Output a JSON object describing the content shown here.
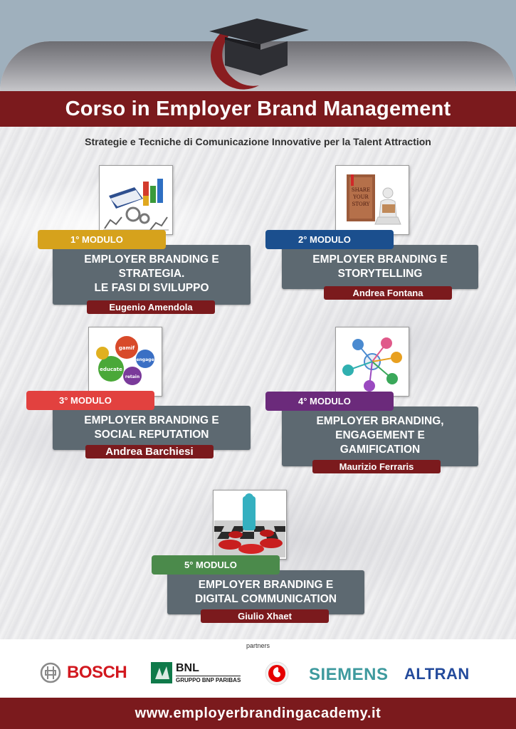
{
  "header": {
    "title": "Corso in Employer Brand Management",
    "subtitle": "Strategie e Tecniche di Comunicazione Innovative per la Talent Attraction"
  },
  "modules": [
    {
      "tag": "1° MODULO",
      "title_lines": [
        "EMPLOYER BRANDING E",
        "STRATEGIA.",
        "LE FASI DI SVILUPPO"
      ],
      "speaker": "Eugenio Amendola",
      "tag_color": "#d6a21c",
      "image_icon": "business-charts-icon"
    },
    {
      "tag": "2° MODULO",
      "title_lines": [
        "EMPLOYER BRANDING E",
        "STORYTELLING"
      ],
      "speaker": "Andrea Fontana",
      "tag_color": "#1b4f8e",
      "image_icon": "share-your-story-book-icon",
      "image_text": [
        "SHARE",
        "YOUR",
        "STORY"
      ]
    },
    {
      "tag": "3° MODULO",
      "title_lines": [
        "EMPLOYER BRANDING E",
        "SOCIAL REPUTATION"
      ],
      "speaker": "Andrea Barchiesi",
      "tag_color": "#e2413f",
      "image_icon": "gamification-gears-icon",
      "image_text": [
        "gamif",
        "engage",
        "educate",
        "retain"
      ]
    },
    {
      "tag": "4° MODULO",
      "title_lines": [
        "EMPLOYER BRANDING,",
        "ENGAGEMENT E",
        "GAMIFICATION"
      ],
      "speaker": "Maurizio Ferraris",
      "tag_color": "#6b2a7b",
      "image_icon": "social-network-icon"
    },
    {
      "tag": "5° MODULO",
      "title_lines": [
        "EMPLOYER BRANDING E",
        "DIGITAL COMMUNICATION"
      ],
      "speaker": "Giulio Xhaet",
      "tag_color": "#4b8a4b",
      "image_icon": "reputation-chess-icon"
    }
  ],
  "partners": {
    "label": "partners",
    "logos": [
      {
        "name": "BOSCH",
        "color": "#d2181f"
      },
      {
        "name": "BNL",
        "sub": "GRUPPO BNP PARIBAS",
        "color": "#1a1a1a"
      },
      {
        "name": "vodafone-logo",
        "color": "#e60000"
      },
      {
        "name": "SIEMENS",
        "color": "#3e9a9e"
      },
      {
        "name": "altran",
        "display": "ALTRAN",
        "color": "#244b9c"
      }
    ]
  },
  "footer": {
    "url": "www.employerbrandingacademy.it"
  },
  "colors": {
    "brand_red": "#7b1a1d",
    "box_gray": "#5d6971",
    "sky": "#9fb0bd"
  }
}
